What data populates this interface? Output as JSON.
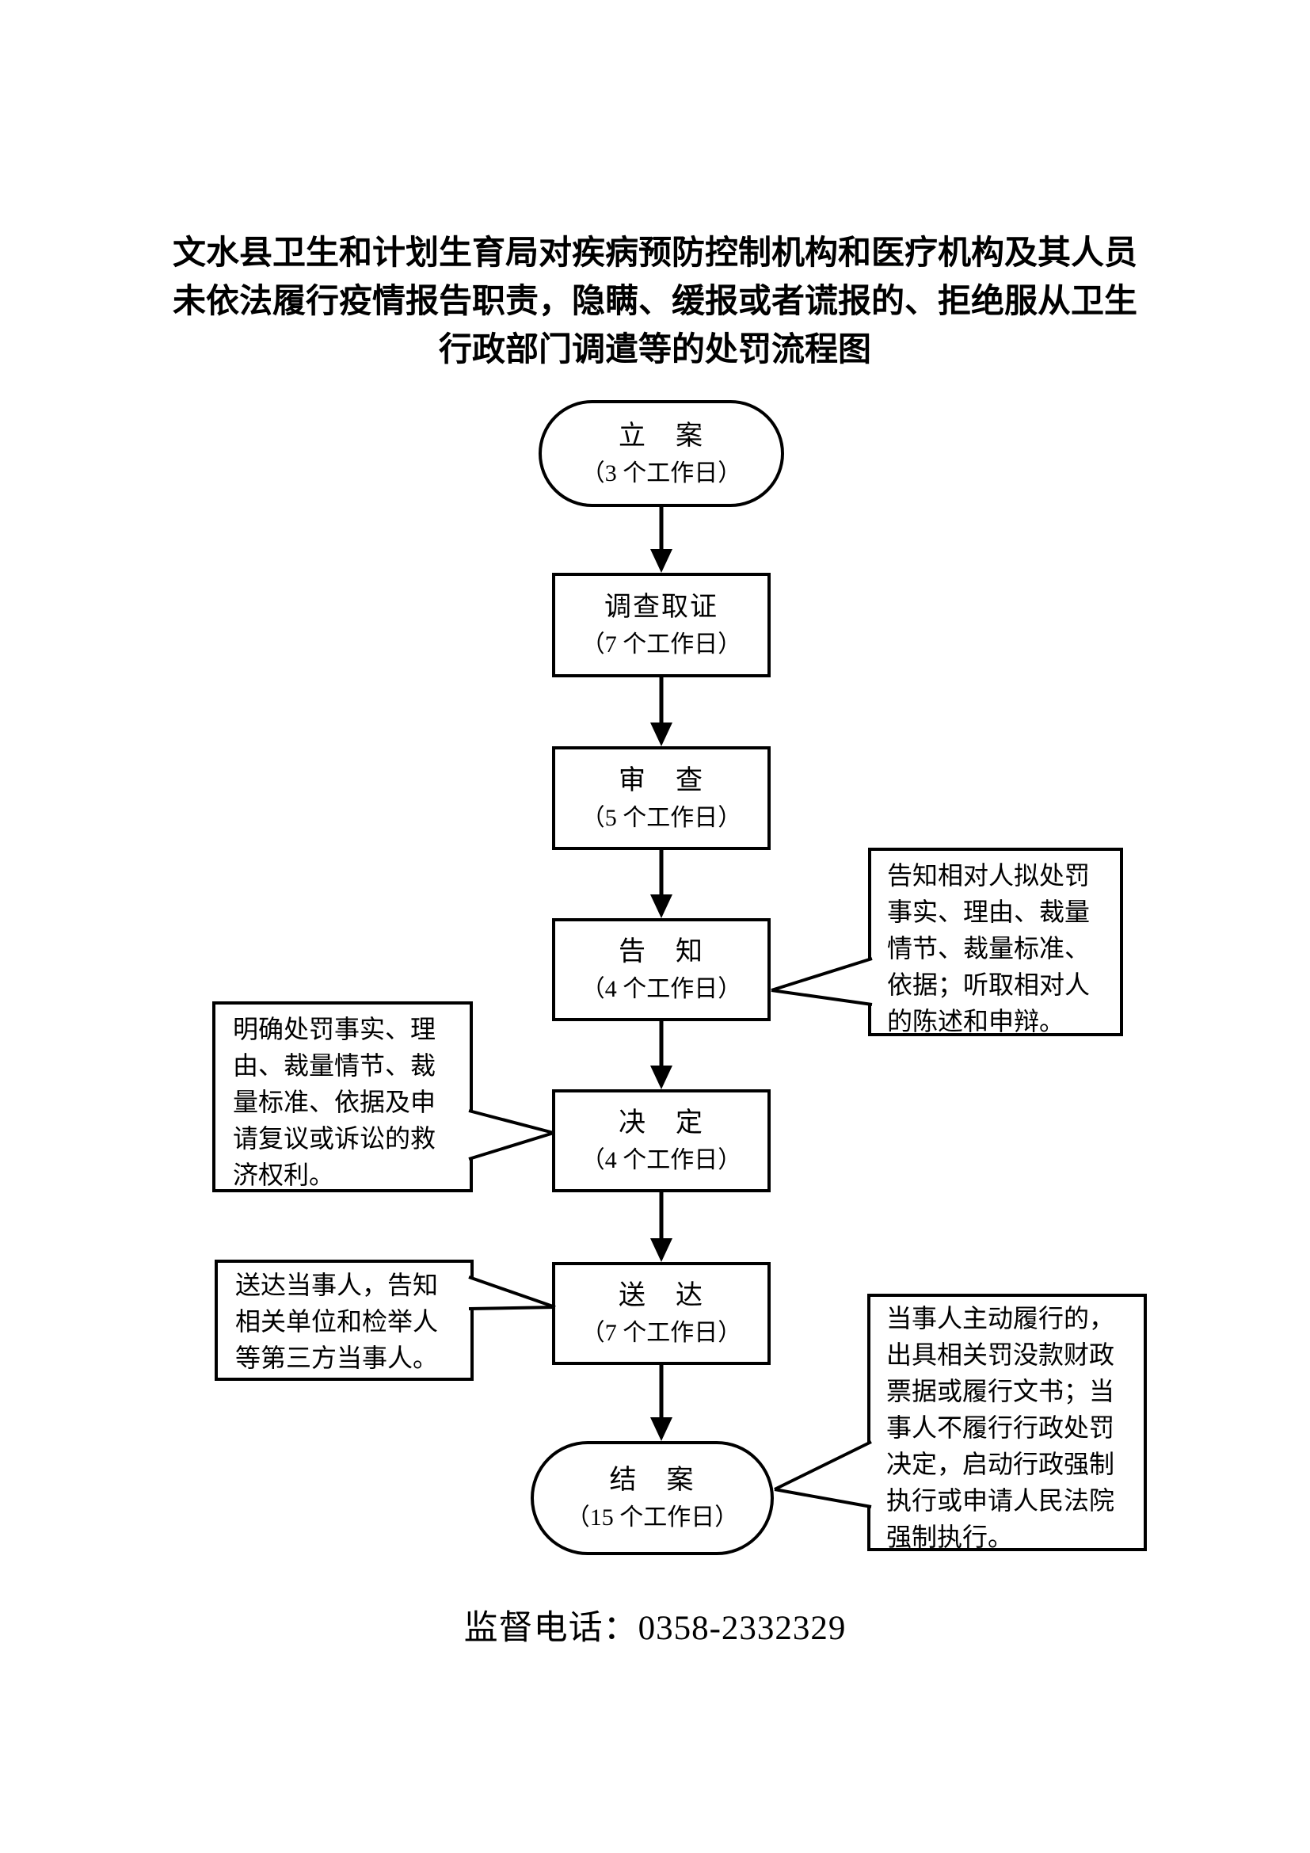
{
  "title": {
    "lines": [
      "文水县卫生和计划生育局对疾病预防控制机构和医疗机构及其人员",
      "未依法履行疫情报告职责，隐瞒、缓报或者谎报的、拒绝服从卫生",
      "行政部门调遣等的处罚流程图"
    ]
  },
  "flow": {
    "steps": [
      {
        "label": "立　案",
        "duration": "（3 个工作日）",
        "shape": "stadium"
      },
      {
        "label": "调查取证",
        "duration": "（7 个工作日）",
        "shape": "rect"
      },
      {
        "label": "审　查",
        "duration": "（5 个工作日）",
        "shape": "rect"
      },
      {
        "label": "告　知",
        "duration": "（4 个工作日）",
        "shape": "rect"
      },
      {
        "label": "决　定",
        "duration": "（4 个工作日）",
        "shape": "rect"
      },
      {
        "label": "送　达",
        "duration": "（7 个工作日）",
        "shape": "rect"
      },
      {
        "label": "结　案",
        "duration": "（15 个工作日）",
        "shape": "stadium"
      }
    ]
  },
  "callouts": {
    "notify": {
      "text": "告知相对人拟处罚事实、理由、裁量情节、裁量标准、依据；听取相对人的陈述和申辩。"
    },
    "decide": {
      "text": "明确处罚事实、理由、裁量情节、裁量标准、依据及申请复议或诉讼的救济权利。"
    },
    "deliver": {
      "text": "送达当事人，告知相关单位和检举人等第三方当事人。"
    },
    "close": {
      "text": "当事人主动履行的，出具相关罚没款财政票据或履行文书；当事人不履行行政处罚决定，启动行政强制执行或申请人民法院强制执行。"
    }
  },
  "footer": {
    "supervision_phone": "监督电话：0358-2332329"
  },
  "colors": {
    "ink": "#000000",
    "paper": "#ffffff"
  }
}
